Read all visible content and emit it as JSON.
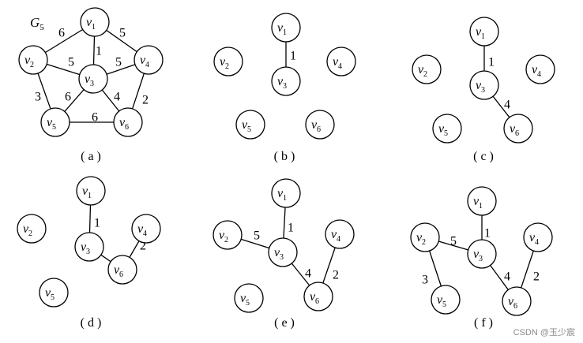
{
  "graph_name": {
    "main": "G",
    "sub": "5"
  },
  "watermark": "CSDN @玉少宸",
  "panels": [
    {
      "caption": "( a )",
      "vertices": [
        {
          "main": "v",
          "sub": "1"
        },
        {
          "main": "v",
          "sub": "2"
        },
        {
          "main": "v",
          "sub": "3"
        },
        {
          "main": "v",
          "sub": "4"
        },
        {
          "main": "v",
          "sub": "5"
        },
        {
          "main": "v",
          "sub": "6"
        }
      ],
      "edges": [
        {
          "a": 0,
          "b": 1,
          "w": "6"
        },
        {
          "a": 0,
          "b": 2,
          "w": "1"
        },
        {
          "a": 0,
          "b": 3,
          "w": "5"
        },
        {
          "a": 1,
          "b": 2,
          "w": "5"
        },
        {
          "a": 3,
          "b": 2,
          "w": "5"
        },
        {
          "a": 1,
          "b": 4,
          "w": "3"
        },
        {
          "a": 2,
          "b": 4,
          "w": "6"
        },
        {
          "a": 2,
          "b": 5,
          "w": "4"
        },
        {
          "a": 3,
          "b": 5,
          "w": "2"
        },
        {
          "a": 4,
          "b": 5,
          "w": "6"
        }
      ]
    },
    {
      "caption": "( b )",
      "vertices": [
        {
          "main": "v",
          "sub": "1"
        },
        {
          "main": "v",
          "sub": "2"
        },
        {
          "main": "v",
          "sub": "3"
        },
        {
          "main": "v",
          "sub": "4"
        },
        {
          "main": "v",
          "sub": "5"
        },
        {
          "main": "v",
          "sub": "6"
        }
      ],
      "edges": [
        {
          "a": 0,
          "b": 2,
          "w": "1"
        }
      ]
    },
    {
      "caption": "( c )",
      "vertices": [
        {
          "main": "v",
          "sub": "1"
        },
        {
          "main": "v",
          "sub": "2"
        },
        {
          "main": "v",
          "sub": "3"
        },
        {
          "main": "v",
          "sub": "4"
        },
        {
          "main": "v",
          "sub": "5"
        },
        {
          "main": "v",
          "sub": "6"
        }
      ],
      "edges": [
        {
          "a": 0,
          "b": 2,
          "w": "1"
        },
        {
          "a": 2,
          "b": 5,
          "w": "4"
        }
      ]
    },
    {
      "caption": "( d )",
      "vertices": [
        {
          "main": "v",
          "sub": "1"
        },
        {
          "main": "v",
          "sub": "2"
        },
        {
          "main": "v",
          "sub": "3"
        },
        {
          "main": "v",
          "sub": "4"
        },
        {
          "main": "v",
          "sub": "5"
        },
        {
          "main": "v",
          "sub": "6"
        }
      ],
      "edges": [
        {
          "a": 0,
          "b": 2,
          "w": "1"
        },
        {
          "a": 2,
          "b": 5,
          "w": "4"
        },
        {
          "a": 3,
          "b": 5,
          "w": "2"
        }
      ]
    },
    {
      "caption": "( e )",
      "vertices": [
        {
          "main": "v",
          "sub": "1"
        },
        {
          "main": "v",
          "sub": "2"
        },
        {
          "main": "v",
          "sub": "3"
        },
        {
          "main": "v",
          "sub": "4"
        },
        {
          "main": "v",
          "sub": "5"
        },
        {
          "main": "v",
          "sub": "6"
        }
      ],
      "edges": [
        {
          "a": 0,
          "b": 2,
          "w": "1"
        },
        {
          "a": 1,
          "b": 2,
          "w": "5"
        },
        {
          "a": 2,
          "b": 5,
          "w": "4"
        },
        {
          "a": 3,
          "b": 5,
          "w": "2"
        }
      ]
    },
    {
      "caption": "( f )",
      "vertices": [
        {
          "main": "v",
          "sub": "1"
        },
        {
          "main": "v",
          "sub": "2"
        },
        {
          "main": "v",
          "sub": "3"
        },
        {
          "main": "v",
          "sub": "4"
        },
        {
          "main": "v",
          "sub": "5"
        },
        {
          "main": "v",
          "sub": "6"
        }
      ],
      "edges": [
        {
          "a": 0,
          "b": 2,
          "w": "1"
        },
        {
          "a": 1,
          "b": 2,
          "w": "5"
        },
        {
          "a": 1,
          "b": 4,
          "w": "3"
        },
        {
          "a": 2,
          "b": 5,
          "w": "4"
        },
        {
          "a": 3,
          "b": 5,
          "w": "2"
        }
      ]
    }
  ]
}
